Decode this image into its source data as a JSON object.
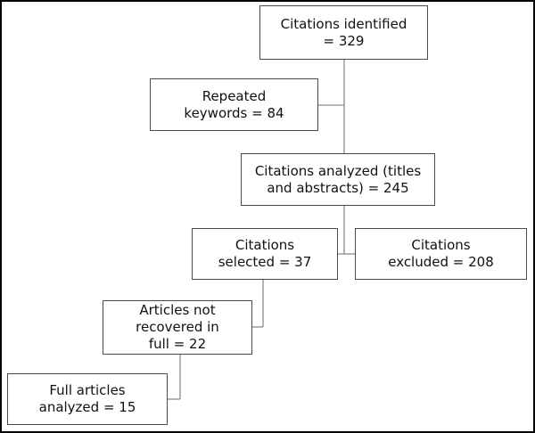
{
  "flowchart": {
    "citations_identified": "Citations identified\n= 329",
    "repeated_keywords": "Repeated\nkeywords = 84",
    "citations_analyzed": "Citations analyzed (titles\nand abstracts) = 245",
    "citations_selected": "Citations\nselected = 37",
    "citations_excluded": "Citations\nexcluded = 208",
    "articles_not_recovered": "Articles not\nrecovered in\nfull = 22",
    "full_articles_analyzed": "Full articles\nanalyzed = 15"
  },
  "colors": {
    "border": "#4a4a4a",
    "connector": "#8c8c8c",
    "frame": "#000000",
    "text": "#111111"
  }
}
